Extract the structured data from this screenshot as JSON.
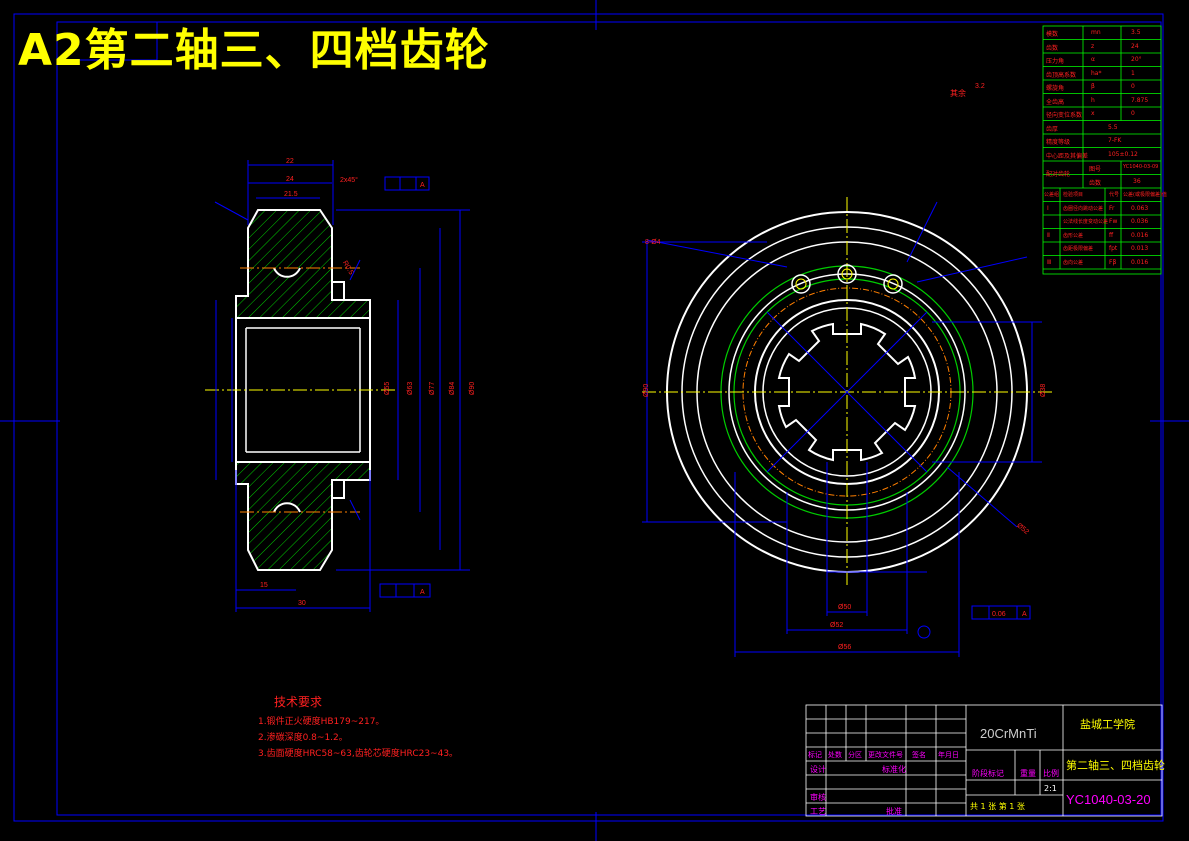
{
  "sheet_title": "A2第二轴三、四档齿轮",
  "colors": {
    "background": "#000000",
    "frame": "#0000ff",
    "section_line": "#ffffff",
    "hatch": "#00cc00",
    "dimension": "#0000ff",
    "centerline": "#ffff00",
    "annotation_red": "#ff2020",
    "title_yellow": "#ffff00",
    "magenta": "#ff00ff"
  },
  "technical_requirements": {
    "heading": "技术要求",
    "items": [
      "1.锻件正火硬度HB179~217。",
      "2.渗碳深度0.8~1.2。",
      "3.齿面硬度HRC58~63,齿轮芯硬度HRC23~43。"
    ]
  },
  "title_block": {
    "material": "20CrMnTi",
    "school": "盐城工学院",
    "part_name": "第二轴三、四档齿轮",
    "drawing_no": "YC1040-03-20",
    "scale": "2:1",
    "sheet_info": "共 1 张 第 1 张",
    "row_labels": [
      "标记",
      "处数",
      "分区",
      "更改文件号",
      "签名",
      "年月日"
    ],
    "left_labels": [
      "设计",
      "审核",
      "工艺"
    ],
    "stage_label": "阶段标记",
    "weight_label": "重量",
    "scale_label": "比例",
    "std_label": "标准化",
    "approve_label": "批准"
  },
  "gear_params": {
    "rows": [
      {
        "name": "模数",
        "sym": "mn",
        "val": "3.5"
      },
      {
        "name": "齿数",
        "sym": "z",
        "val": "24"
      },
      {
        "name": "压力角",
        "sym": "α",
        "val": "20°"
      },
      {
        "name": "齿顶高系数",
        "sym": "ha*",
        "val": "1"
      },
      {
        "name": "螺旋角",
        "sym": "β",
        "val": "0"
      },
      {
        "name": "全齿高",
        "sym": "h",
        "val": "7.875"
      },
      {
        "name": "径向变位系数",
        "sym": "x",
        "val": "0"
      }
    ],
    "wide_rows": [
      {
        "name": "齿厚",
        "val": "5.5"
      },
      {
        "name": "精度等级",
        "val": "7-FK"
      },
      {
        "name": "中心距及其偏差",
        "val": "105±0.12"
      }
    ],
    "mating": {
      "name": "配对齿轮",
      "fig_label": "图号",
      "fig": "YC1040-03-09",
      "teeth_label": "齿数",
      "teeth": "36"
    },
    "tolerance_header": [
      "公差组",
      "检验项目",
      "代号",
      "公差(或极限偏差)值"
    ],
    "tolerance_rows": [
      {
        "group": "Ⅰ",
        "item": "齿圈径向跳动公差",
        "code": "Fr",
        "val": "0.063"
      },
      {
        "group": "",
        "item": "公法线长度变动公差",
        "code": "Fw",
        "val": "0.036"
      },
      {
        "group": "Ⅱ",
        "item": "齿形公差",
        "code": "ff",
        "val": "0.016"
      },
      {
        "group": "",
        "item": "齿距极限偏差",
        "code": "fpt",
        "val": "0.013"
      },
      {
        "group": "Ⅲ",
        "item": "齿向公差",
        "code": "Fβ",
        "val": "0.016"
      }
    ]
  },
  "dims": {
    "section": {
      "top1": "22",
      "top2": "24",
      "top3": "21.5",
      "chamfer": "2x45°",
      "bottom1": "15",
      "bottom2": "30",
      "d1": "Ø55",
      "d2": "Ø63",
      "d3": "Ø77",
      "d4": "Ø84",
      "d5": "Ø90",
      "r1": "R0.5"
    },
    "front": {
      "od": "Ø90",
      "spline": "Ø52",
      "hole": "Ø38",
      "w1": "Ø56",
      "w2": "Ø52",
      "w3": "Ø50",
      "keys": "8-Ø4",
      "rough": "3.2",
      "gtol": "0.06"
    },
    "datum": "A",
    "rest_rough": "其余"
  }
}
